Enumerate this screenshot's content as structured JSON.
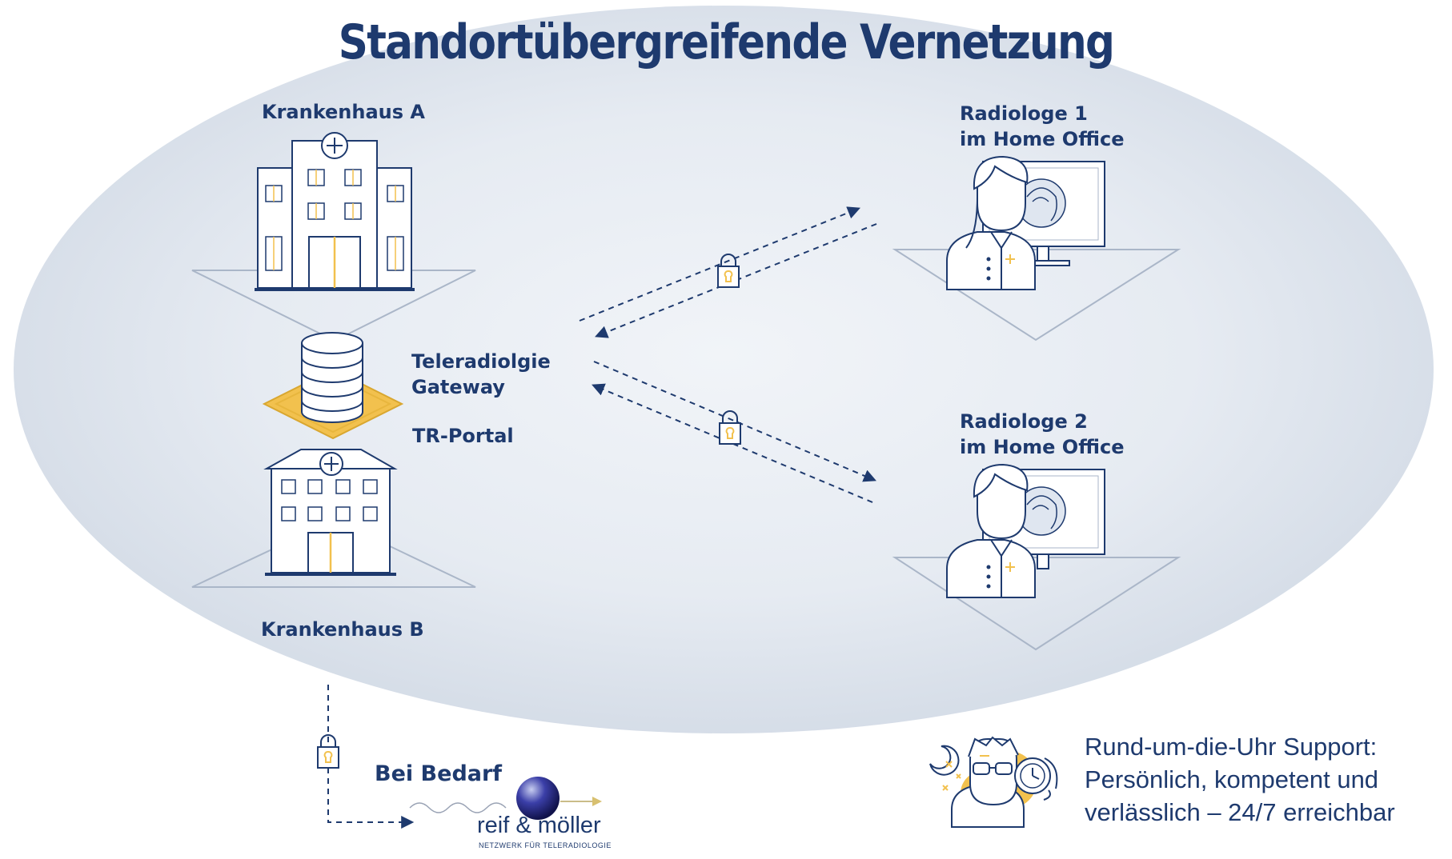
{
  "title": "Standortübergreifende Vernetzung",
  "nodes": {
    "hospital_a": "Krankenhaus A",
    "hospital_b": "Krankenhaus B",
    "gateway_line1": "Teleradiolgie",
    "gateway_line2": "Gateway",
    "portal": "TR-Portal",
    "radiologist_1_line1": "Radiologe 1",
    "radiologist_1_line2": "im Home Office",
    "radiologist_2_line1": "Radiologe 2",
    "radiologist_2_line2": "im Home Office",
    "on_demand": "Bei Bedarf"
  },
  "logo": {
    "name": "reif & möller",
    "tagline": "NETZWERK FÜR TELERADIOLOGIE"
  },
  "support": {
    "line1": "Rund-um-die-Uhr Support:",
    "line2": "Persönlich, kompetent und",
    "line3": "verlässlich – 24/7 erreichbar"
  },
  "colors": {
    "navy": "#1e3a6e",
    "accent_yellow": "#f2c14e",
    "ellipse_edge": "#d5dde8",
    "ellipse_center": "#eef2f7"
  }
}
